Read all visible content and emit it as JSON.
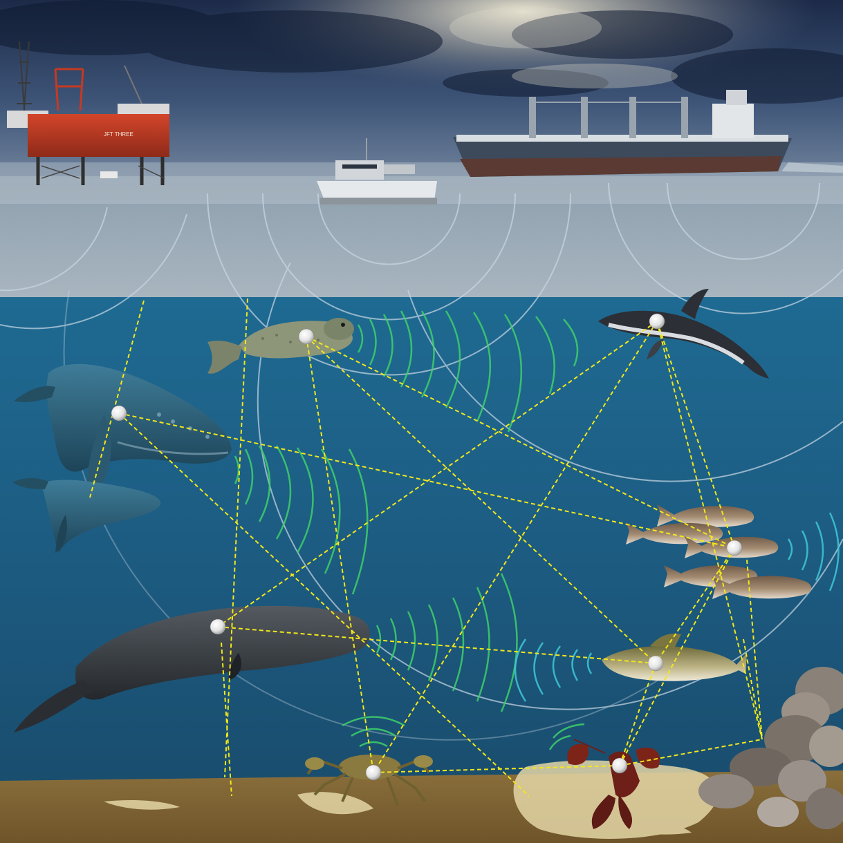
{
  "scene": {
    "structures": [
      {
        "name": "drilling-rig",
        "hull_label": "JFT THREE"
      },
      {
        "name": "research-catamaran"
      },
      {
        "name": "bulk-carrier"
      }
    ],
    "animals": [
      "seal",
      "dolphin",
      "humpback-whale-adult",
      "humpback-whale-calf",
      "fish-school",
      "sperm-whale",
      "cod",
      "crab",
      "lobster"
    ],
    "network": {
      "line_color": "#f2e81a",
      "node_color": "#f2f2f2",
      "style": "dashed"
    },
    "sound_wave_colors": [
      "#3fd06a",
      "#3fc8d8",
      "#9fb8cc"
    ]
  }
}
